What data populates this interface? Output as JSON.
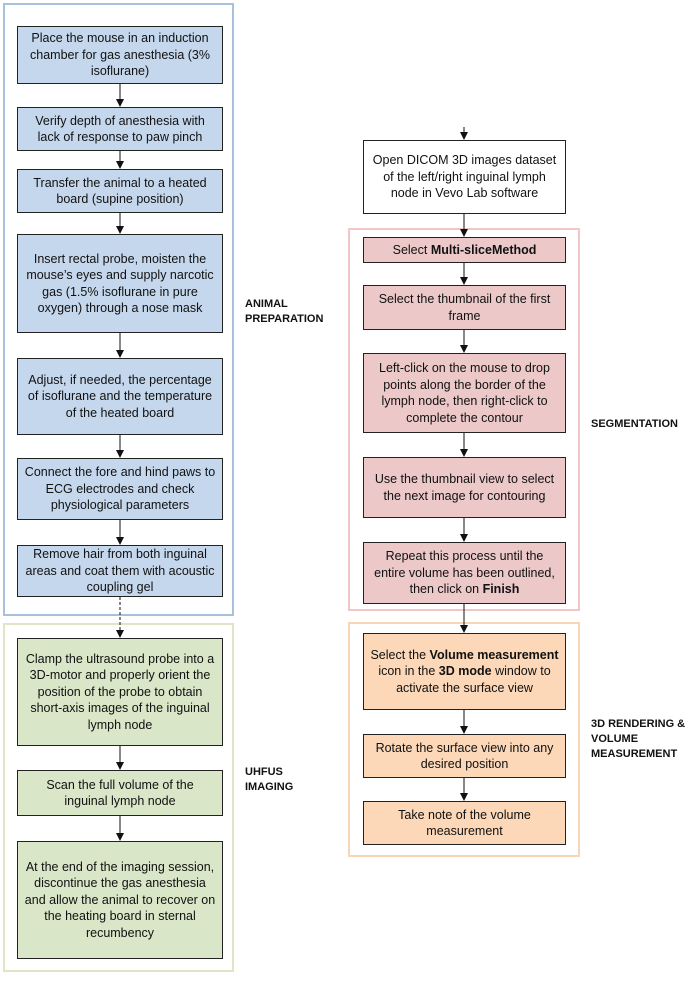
{
  "colors": {
    "animal_border": "#a7c1dd",
    "animal_fill": "#c5d7ec",
    "uhfus_border": "#dfe6c8",
    "uhfus_fill": "#d9e6c8",
    "segmentation_border": "#f0c6c6",
    "segmentation_fill": "#ecc8c9",
    "rendering_border": "#f7d5b5",
    "rendering_fill": "#fcd8b8",
    "open_fill": "#ffffff"
  },
  "sections": {
    "animal_preparation": {
      "label_line1": "ANIMAL",
      "label_line2": "PREPARATION",
      "steps": [
        "Place the mouse in an induction chamber for gas anesthesia (3% isoflurane)",
        "Verify depth of anesthesia with lack of response to paw pinch",
        "Transfer the animal to a heated board (supine position)",
        "Insert rectal probe, moisten the mouse’s eyes and supply narcotic gas (1.5% isoflurane in pure oxygen) through a nose mask",
        "Adjust, if needed, the percentage of isoflurane and the temperature of the heated board",
        "Connect the fore and hind paws to ECG electrodes and check physiological parameters",
        "Remove hair from both inguinal areas and coat them with acoustic coupling gel"
      ]
    },
    "uhfus_imaging": {
      "label_line1": "UHFUS",
      "label_line2": "IMAGING",
      "steps": [
        "Clamp the ultrasound probe into a 3D-motor and properly orient the position of the probe to obtain short-axis images of the inguinal lymph node",
        "Scan the full volume of the inguinal lymph node",
        "At the end of the imaging session, discontinue the gas anesthesia and allow the animal to recover on the heating board in sternal recumbency"
      ]
    },
    "open_step": "Open DICOM 3D images dataset of the left/right inguinal lymph node in Vevo Lab software",
    "segmentation": {
      "label": "SEGMENTATION",
      "step1_pre": "Select ",
      "step1_bold": "Multi-sliceMethod",
      "step2": "Select the thumbnail of the first frame",
      "step3": "Left-click on the mouse to drop points along the border of the lymph node, then right-click to complete the contour",
      "step4": "Use the thumbnail view to select the next image for contouring",
      "step5_pre": "Repeat this process until the entire volume has been outlined, then click on ",
      "step5_bold": "Finish"
    },
    "rendering": {
      "label_line1": "3D RENDERING &",
      "label_line2": "VOLUME",
      "label_line3": "MEASUREMENT",
      "step1_a": "Select the ",
      "step1_b": "Volume measurement",
      "step1_c": " icon in the ",
      "step1_d": "3D mode",
      "step1_e": " window to activate the surface view",
      "step2": "Rotate the surface view into any desired position",
      "step3": "Take note of the volume measurement"
    }
  }
}
